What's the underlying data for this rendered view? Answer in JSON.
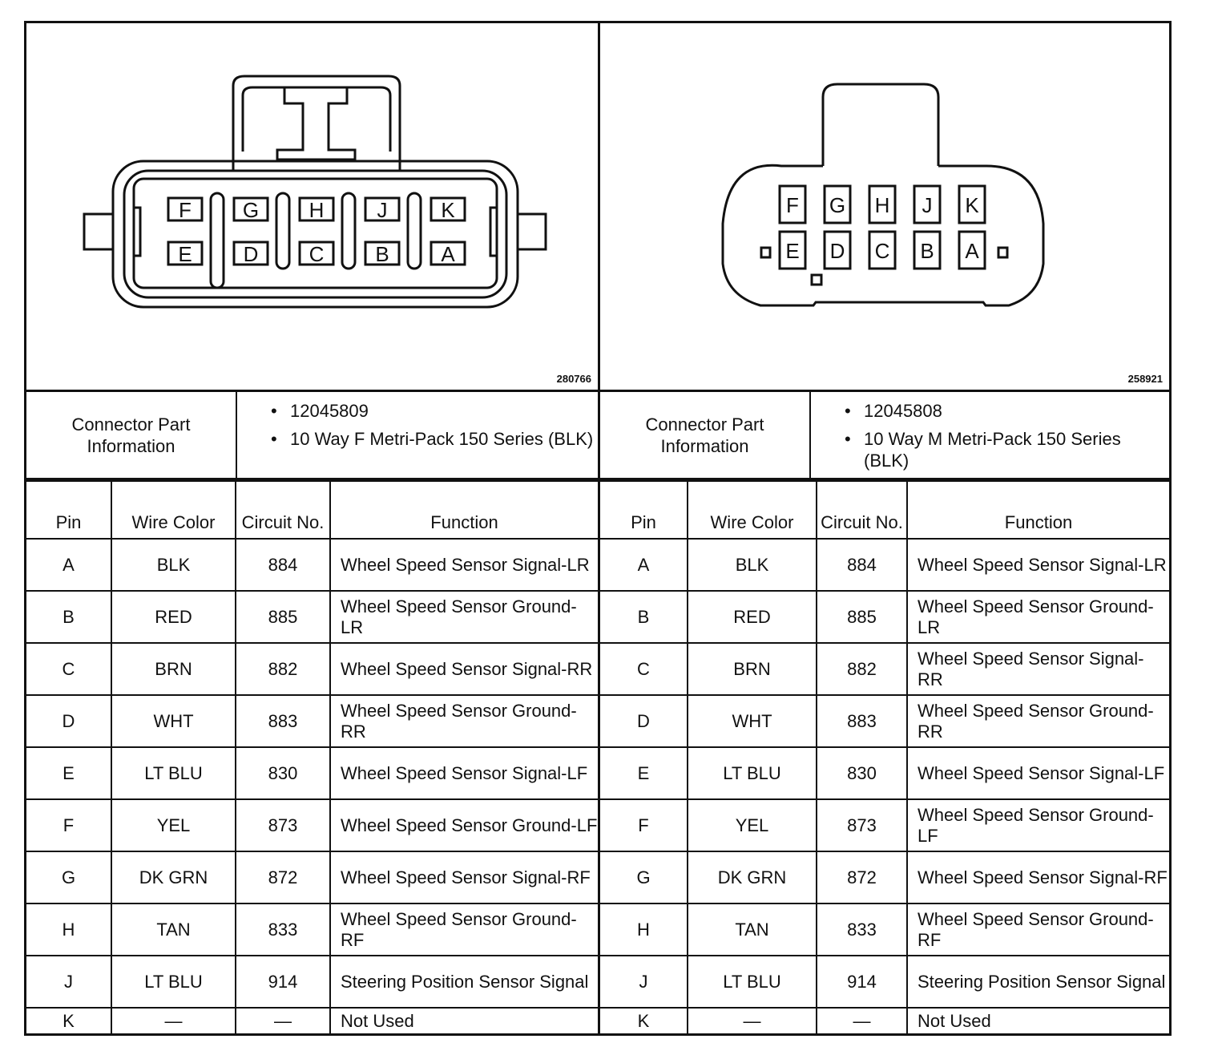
{
  "connectors": [
    {
      "figure_number": "280766",
      "info_label": "Connector Part Information",
      "part_info": [
        "12045809",
        "10 Way F Metri-Pack 150 Series (BLK)"
      ],
      "table_headers": {
        "pin": "Pin",
        "wire_color": "Wire Color",
        "circuit_no": "Circuit No.",
        "function": "Function"
      },
      "pin_layout": {
        "top_row": [
          "F",
          "G",
          "H",
          "J",
          "K"
        ],
        "bottom_row": [
          "E",
          "D",
          "C",
          "B",
          "A"
        ]
      },
      "rows": [
        {
          "pin": "A",
          "wire_color": "BLK",
          "circuit_no": "884",
          "function": "Wheel Speed Sensor Signal-LR"
        },
        {
          "pin": "B",
          "wire_color": "RED",
          "circuit_no": "885",
          "function": "Wheel Speed Sensor Ground-LR"
        },
        {
          "pin": "C",
          "wire_color": "BRN",
          "circuit_no": "882",
          "function": "Wheel Speed Sensor Signal-RR"
        },
        {
          "pin": "D",
          "wire_color": "WHT",
          "circuit_no": "883",
          "function": "Wheel Speed Sensor Ground-RR"
        },
        {
          "pin": "E",
          "wire_color": "LT BLU",
          "circuit_no": "830",
          "function": "Wheel Speed Sensor Signal-LF"
        },
        {
          "pin": "F",
          "wire_color": "YEL",
          "circuit_no": "873",
          "function": "Wheel Speed Sensor Ground-LF"
        },
        {
          "pin": "G",
          "wire_color": "DK GRN",
          "circuit_no": "872",
          "function": "Wheel Speed Sensor Signal-RF"
        },
        {
          "pin": "H",
          "wire_color": "TAN",
          "circuit_no": "833",
          "function": "Wheel Speed Sensor Ground-RF"
        },
        {
          "pin": "J",
          "wire_color": "LT BLU",
          "circuit_no": "914",
          "function": "Steering Position Sensor Signal"
        },
        {
          "pin": "K",
          "wire_color": "—",
          "circuit_no": "—",
          "function": "Not Used"
        }
      ]
    },
    {
      "figure_number": "258921",
      "info_label": "Connector Part Information",
      "part_info": [
        "12045808",
        "10 Way M Metri-Pack 150 Series (BLK)"
      ],
      "table_headers": {
        "pin": "Pin",
        "wire_color": "Wire Color",
        "circuit_no": "Circuit No.",
        "function": "Function"
      },
      "pin_layout": {
        "top_row": [
          "F",
          "G",
          "H",
          "J",
          "K"
        ],
        "bottom_row": [
          "E",
          "D",
          "C",
          "B",
          "A"
        ]
      },
      "rows": [
        {
          "pin": "A",
          "wire_color": "BLK",
          "circuit_no": "884",
          "function": "Wheel Speed Sensor Signal-LR"
        },
        {
          "pin": "B",
          "wire_color": "RED",
          "circuit_no": "885",
          "function": "Wheel Speed Sensor Ground-LR"
        },
        {
          "pin": "C",
          "wire_color": "BRN",
          "circuit_no": "882",
          "function": "Wheel Speed Sensor Signal-RR"
        },
        {
          "pin": "D",
          "wire_color": "WHT",
          "circuit_no": "883",
          "function": "Wheel Speed Sensor Ground-RR"
        },
        {
          "pin": "E",
          "wire_color": "LT BLU",
          "circuit_no": "830",
          "function": "Wheel Speed Sensor Signal-LF"
        },
        {
          "pin": "F",
          "wire_color": "YEL",
          "circuit_no": "873",
          "function": "Wheel Speed Sensor Ground-LF"
        },
        {
          "pin": "G",
          "wire_color": "DK GRN",
          "circuit_no": "872",
          "function": "Wheel Speed Sensor Signal-RF"
        },
        {
          "pin": "H",
          "wire_color": "TAN",
          "circuit_no": "833",
          "function": "Wheel Speed Sensor Ground-RF"
        },
        {
          "pin": "J",
          "wire_color": "LT BLU",
          "circuit_no": "914",
          "function": "Steering Position Sensor Signal"
        },
        {
          "pin": "K",
          "wire_color": "—",
          "circuit_no": "—",
          "function": "Not Used"
        }
      ]
    }
  ]
}
